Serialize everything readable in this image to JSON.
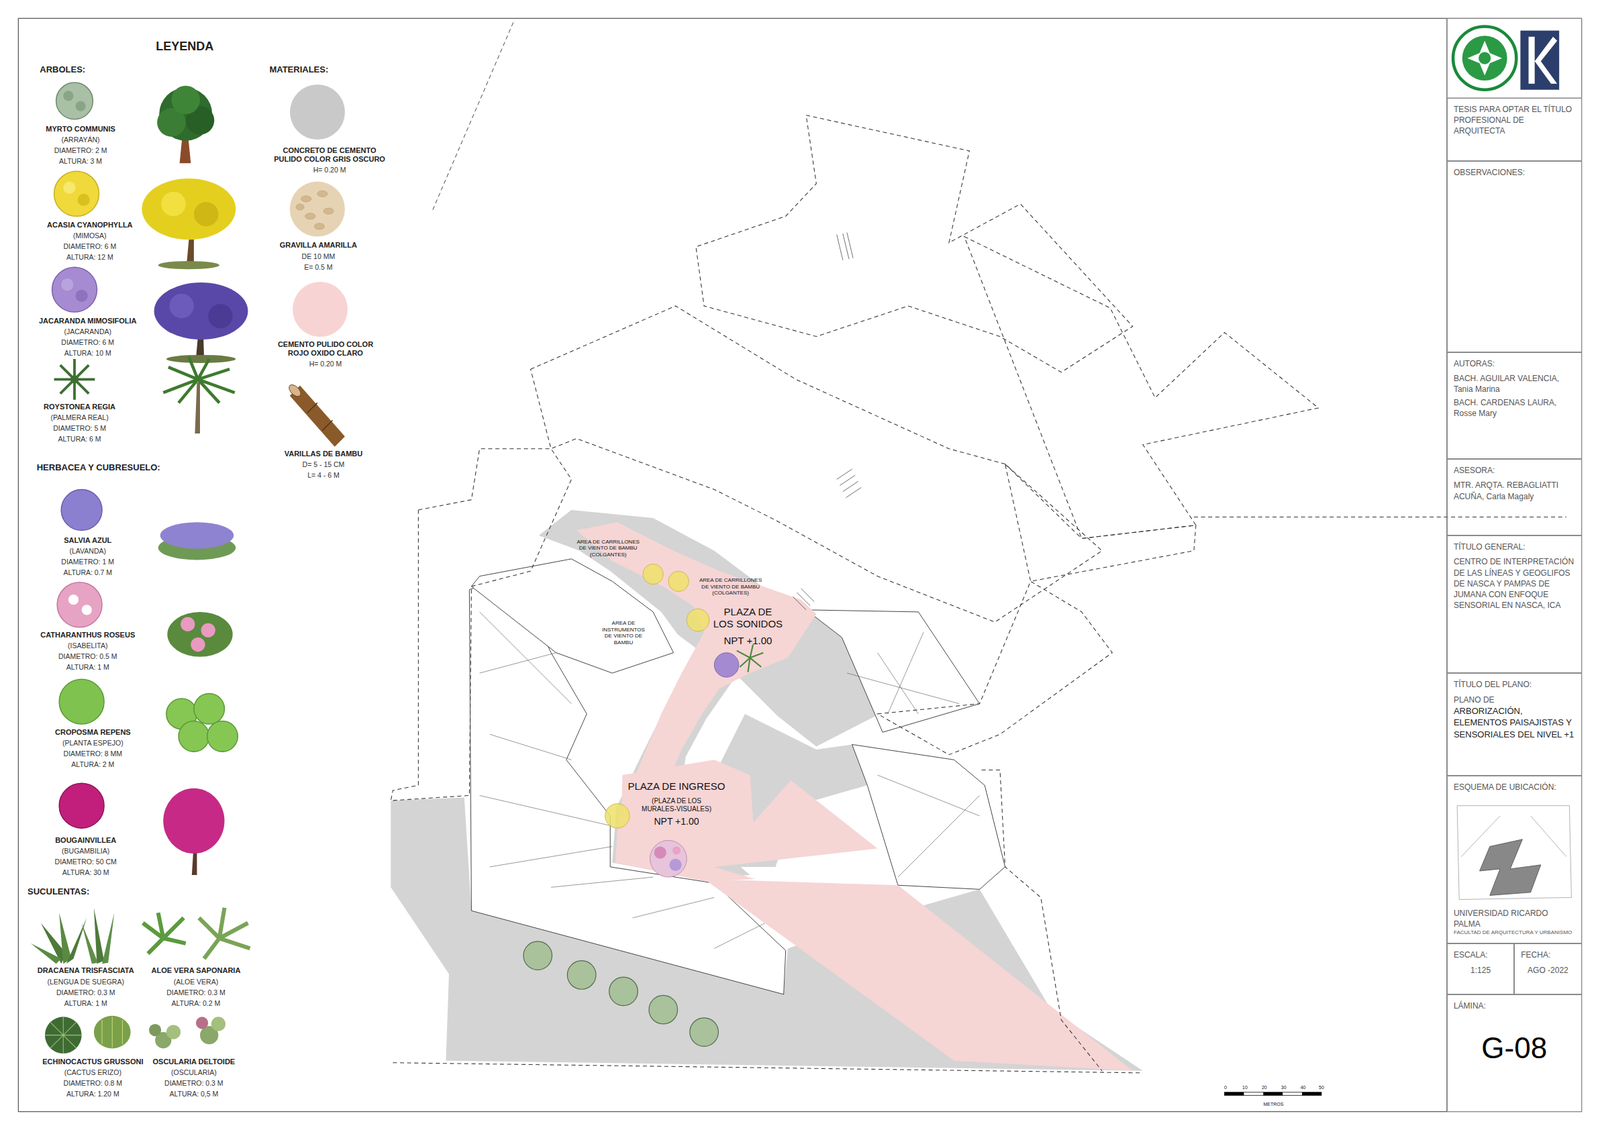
{
  "diagram": {
    "nodes": [
      {
        "text": [
          "TESIS PARA OPTAR EL TÍTULO PROFESIONAL DE ARQUITECTA"
        ]
      },
      {
        "text": [
          "OBSERVACIONES:"
        ]
      },
      {
        "text": [
          "AUTORAS:",
          "BACH. AGUILAR VALENCIA, Tania Marina",
          "BACH. CARDENAS LAURA, Rosse Mary"
        ]
      },
      {
        "text": [
          "ASESORA:",
          "MTR. ARQTA. REBAGLIATTI ACUÑA, Carla Magaly"
        ]
      },
      {
        "text": [
          "TÍTULO GENERAL:",
          "CENTRO DE INTERPRETACIÓN DE LAS LÍNEAS Y GEOGLIFOS DE NASCA Y PAMPAS DE JUMANA CON ENFOQUE SENSORIAL EN NASCA, ICA"
        ]
      },
      {
        "text": [
          "TÍTULO DEL PLANO:",
          "PLANO DE",
          "ARBORIZACIÓN, ELEMENTOS PAISAJISTAS Y SENSORIALES DEL NIVEL +1"
        ]
      },
      {
        "text": [
          "ESQUEMA DE UBICACIÓN:",
          "UNIVERSIDAD RICARDO PALMA",
          "FACULTAD DE ARQUITECTURA Y URBANISMO"
        ]
      },
      {
        "text": [
          "ESCALA:",
          "1:125"
        ]
      },
      {
        "text": [
          "FECHA:",
          "AGO -2022"
        ]
      },
      {
        "text": [
          "LÁMINA:",
          "G-08"
        ]
      }
    ],
    "labels": [
      "LEYENDA",
      "ARBOLES:",
      "MATERIALES:",
      "HERBACEA Y CUBRESUELO:",
      "SUCULENTAS:",
      "(ARRAYÁN)",
      "DIAMETRO: 2 M",
      "ALTURA: 3 M",
      "(MIMOSA)",
      "DIAMETRO: 6 M",
      "ALTURA: 12 M",
      "(JACARANDA)",
      "DIAMETRO: 6 M",
      "ALTURA: 10 M",
      "(PALMERA REAL)",
      "DIAMETRO: 5 M",
      "ALTURA: 6 M",
      "H= 0.20 M",
      "DE 10 MM",
      "E= 0.5 M",
      "H= 0.20 M",
      "D= 5 - 15 CM",
      "L= 4 - 6 M",
      "(LAVANDA)",
      "DIAMETRO: 1 M",
      "ALTURA: 0.7 M",
      "(ISABELITA)",
      "DIAMETRO: 0.5 M",
      "ALTURA: 1 M",
      "(PLANTA ESPEJO)",
      "DIAMETRO: 8 MM",
      "ALTURA: 2 M",
      "(BUGAMBILIA)",
      "DIAMETRO: 50 CM",
      "ALTURA: 30 M",
      "(LENGUA DE SUEGRA)",
      "DIAMETRO: 0.3 M",
      "ALTURA: 1 M",
      "(ALOE VERA)",
      "DIAMETRO: 0.3 M",
      "ALTURA: 0.2 M",
      "(CACTUS ERIZO)",
      "DIAMETRO: 0.8 M",
      "ALTURA: 1.20 M",
      "(OSCULARIA)",
      "DIAMETRO: 0.3 M",
      "ALTURA: 0,5 M",
      "AREA DE CARRILLONES DE VIENTO DE BAMBU (COLGANTES)",
      "AREA DE CARRILLONES DE VIENTO DE BAMBU (COLGANTES)",
      "AREA DE INSTRUMENTOS DE VIENTO DE BAMBU",
      "PLAZA DE LOS SONIDOS",
      "NPT +1.00",
      "PLAZA DE INGRESO",
      "(PLAZA DE LOS MURALES-VISUALES)",
      "NPT +1.00",
      "METROS",
      "0",
      "10",
      "20",
      "30",
      "40",
      "50"
    ],
    "legend": [
      {
        "text": "MYRTO COMMUNIS"
      },
      {
        "text": "ACASIA CYANOPHYLLA"
      },
      {
        "text": "JACARANDA MIMOSIFOLIA"
      },
      {
        "text": "ROYSTONEA REGIA"
      },
      {
        "text": "CONCRETO DE CEMENTO PULIDO COLOR GRIS OSCURO",
        "color": "#c9c9c9"
      },
      {
        "text": "GRAVILLA AMARILLA"
      },
      {
        "text": "CEMENTO PULIDO COLOR ROJO OXIDO CLARO",
        "color": "#f8d3d3"
      },
      {
        "text": "VARILLAS DE BAMBU"
      },
      {
        "text": "SALVIA AZUL"
      },
      {
        "text": "CATHARANTHUS ROSEUS"
      },
      {
        "text": "CROPOSMA REPENS"
      },
      {
        "text": "BOUGAINVILLEA"
      },
      {
        "text": "DRACAENA TRISFASCIATA"
      },
      {
        "text": "ALOE VERA SAPONARIA"
      },
      {
        "text": "ECHINOCACTUS GRUSSONI"
      },
      {
        "text": "OSCULARIA DELTOIDE"
      }
    ]
  }
}
